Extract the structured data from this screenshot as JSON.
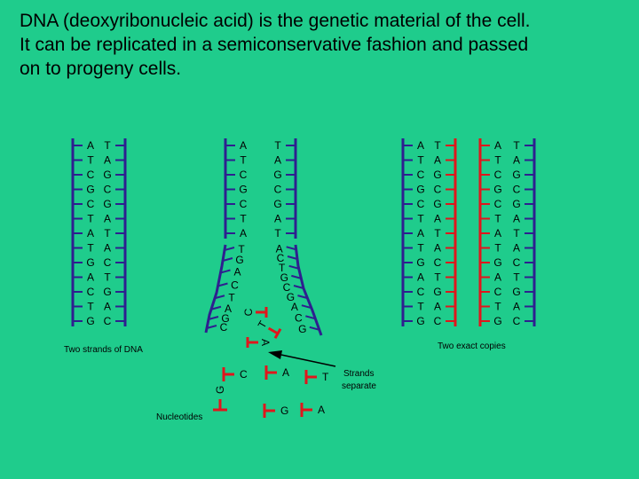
{
  "caption": {
    "line1": "DNA (deoxyribonucleic acid) is the genetic material of the cell.",
    "line2": "It can be replicated in a semiconservative fashion and passed",
    "line3": "on to progeny cells."
  },
  "colors": {
    "background": "#1fcc8c",
    "parent_strand": "#2e1f8f",
    "new_strand": "#e0161c",
    "arrow": "#000000"
  },
  "labels": {
    "original": "Two strands of DNA",
    "separate_line1": "Strands",
    "separate_line2": "separate",
    "nucleotides": "Nucleotides",
    "copies": "Two exact copies"
  },
  "sequences": {
    "left_strand": [
      "A",
      "T",
      "C",
      "G",
      "C",
      "T",
      "A",
      "T",
      "G",
      "A",
      "C",
      "T",
      "G"
    ],
    "right_strand": [
      "T",
      "A",
      "G",
      "C",
      "G",
      "A",
      "T",
      "A",
      "C",
      "T",
      "G",
      "A",
      "C"
    ],
    "mid_left_upper": [
      "A",
      "T",
      "C",
      "G",
      "C",
      "T",
      "A"
    ],
    "mid_right_upper": [
      "T",
      "A",
      "G",
      "C",
      "G",
      "A",
      "T"
    ],
    "mid_left_lower": [
      "T",
      "G",
      "A",
      "C",
      "T",
      "A",
      "G",
      "C"
    ],
    "mid_right_lower": [
      "A",
      "C",
      "T",
      "G",
      "C",
      "G",
      "A",
      "C",
      "G"
    ]
  },
  "free_nucleotides": [
    "C",
    "A",
    "T",
    "G",
    "G",
    "A"
  ]
}
